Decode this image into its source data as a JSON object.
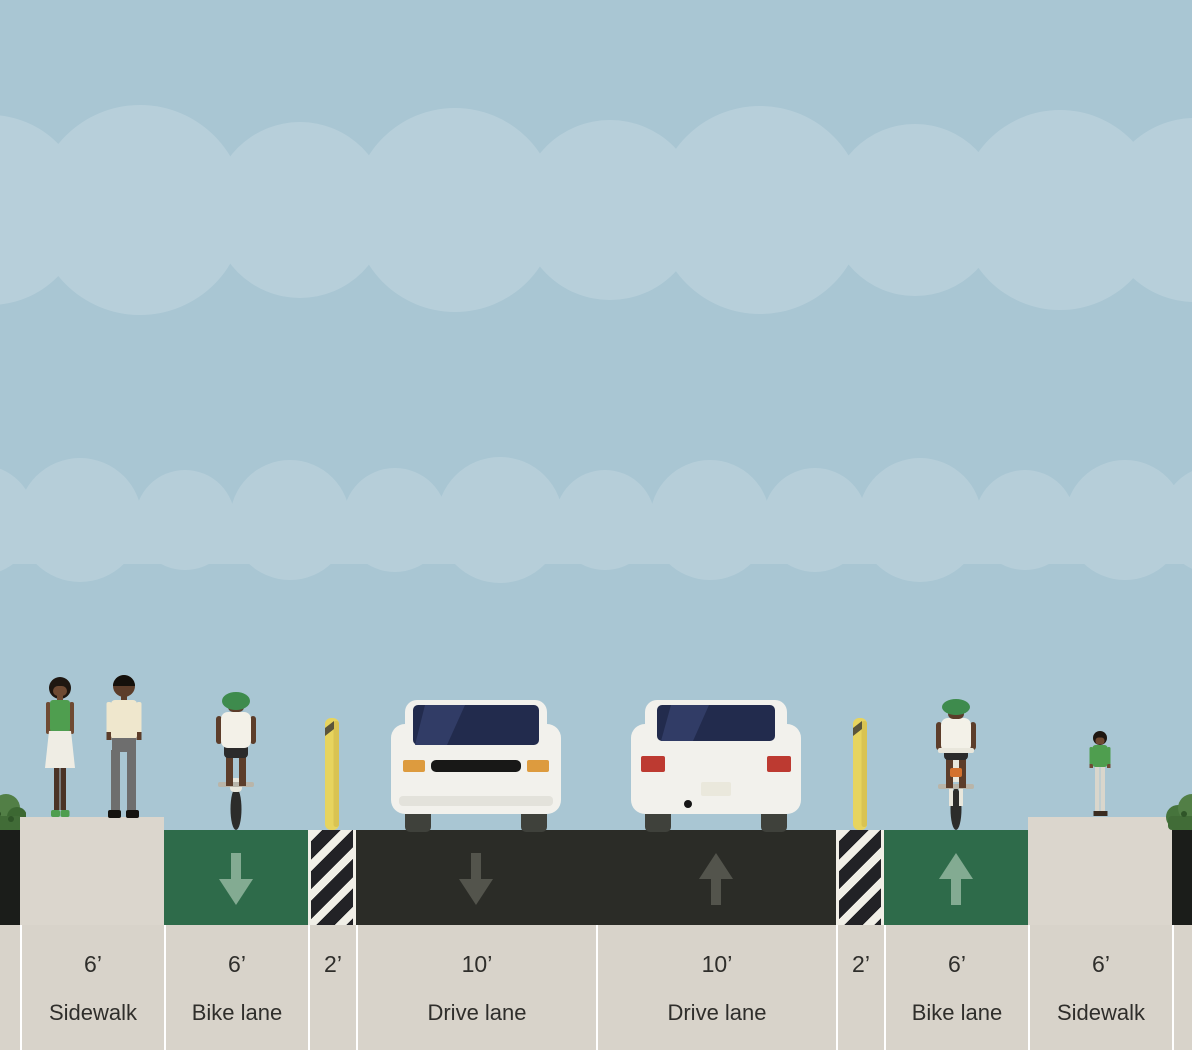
{
  "colors": {
    "sky": "#a9c6d3",
    "cloud": "#ffffff",
    "asphalt": "#2b2c27",
    "bike_lane_green": "#2e6b4a",
    "sidewalk_concrete": "#dbd6cd",
    "ruler_background": "#d8d3ca",
    "ruler_text": "#2f2e2b",
    "buffer_stripe_white": "#f1efe7",
    "bollard_yellow": "#e7d45e",
    "drive_arrow": "#53544c",
    "bike_arrow": "#83ab92"
  },
  "segments": [
    {
      "id": "edge-left",
      "width_label": "",
      "name": "",
      "sprites": [
        "bush"
      ]
    },
    {
      "id": "sidewalk-left",
      "width_label": "6’",
      "name": "Sidewalk",
      "sprites": [
        "pedestrian-woman",
        "pedestrian-man"
      ]
    },
    {
      "id": "bike-lane-left",
      "width_label": "6’",
      "name": "Bike lane",
      "arrow": "down",
      "sprites": [
        "cyclist-rear"
      ]
    },
    {
      "id": "buffer-left",
      "width_label": "2’",
      "name": "",
      "sprites": [
        "flex-post"
      ]
    },
    {
      "id": "drive-lane-left",
      "width_label": "10’",
      "name": "Drive lane",
      "arrow": "down",
      "sprites": [
        "car-front"
      ]
    },
    {
      "id": "drive-lane-right",
      "width_label": "10’",
      "name": "Drive lane",
      "arrow": "up",
      "sprites": [
        "car-rear"
      ]
    },
    {
      "id": "buffer-right",
      "width_label": "2’",
      "name": "",
      "sprites": [
        "flex-post"
      ]
    },
    {
      "id": "bike-lane-right",
      "width_label": "6’",
      "name": "Bike lane",
      "arrow": "up",
      "sprites": [
        "cyclist-front"
      ]
    },
    {
      "id": "sidewalk-right",
      "width_label": "6’",
      "name": "Sidewalk",
      "sprites": [
        "pedestrian-small"
      ]
    },
    {
      "id": "edge-right",
      "width_label": "",
      "name": "",
      "sprites": [
        "bush"
      ]
    }
  ]
}
